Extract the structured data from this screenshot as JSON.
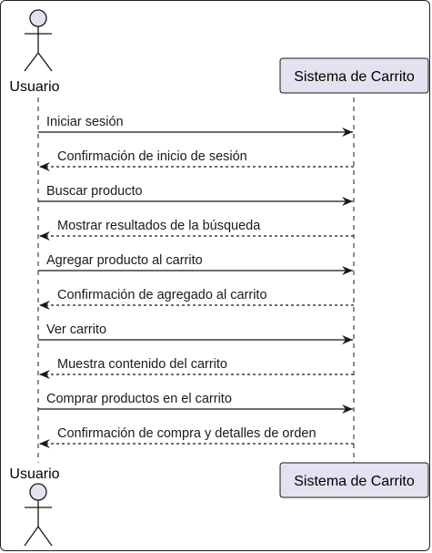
{
  "participants": {
    "user": {
      "label": "Usuario",
      "kind": "actor"
    },
    "system": {
      "label": "Sistema de Carrito",
      "kind": "participant-box"
    }
  },
  "messages": [
    {
      "label": "Iniciar sesión",
      "from": "user",
      "to": "system",
      "style": "solid"
    },
    {
      "label": "Confirmación de inicio de sesión",
      "from": "system",
      "to": "user",
      "style": "dashed"
    },
    {
      "label": "Buscar producto",
      "from": "user",
      "to": "system",
      "style": "solid"
    },
    {
      "label": "Mostrar resultados de la búsqueda",
      "from": "system",
      "to": "user",
      "style": "dashed"
    },
    {
      "label": "Agregar producto al carrito",
      "from": "user",
      "to": "system",
      "style": "solid"
    },
    {
      "label": "Confirmación de agregado al carrito",
      "from": "system",
      "to": "user",
      "style": "dashed"
    },
    {
      "label": "Ver carrito",
      "from": "user",
      "to": "system",
      "style": "solid"
    },
    {
      "label": "Muestra contenido del carrito",
      "from": "system",
      "to": "user",
      "style": "dashed"
    },
    {
      "label": "Comprar productos en el carrito",
      "from": "user",
      "to": "system",
      "style": "solid"
    },
    {
      "label": "Confirmación de compra y detalles de orden",
      "from": "system",
      "to": "user",
      "style": "dashed"
    }
  ],
  "colors": {
    "participant_fill": "#E2E2F0",
    "participant_border": "#181818",
    "lifeline": "#181818",
    "arrow": "#181818"
  }
}
